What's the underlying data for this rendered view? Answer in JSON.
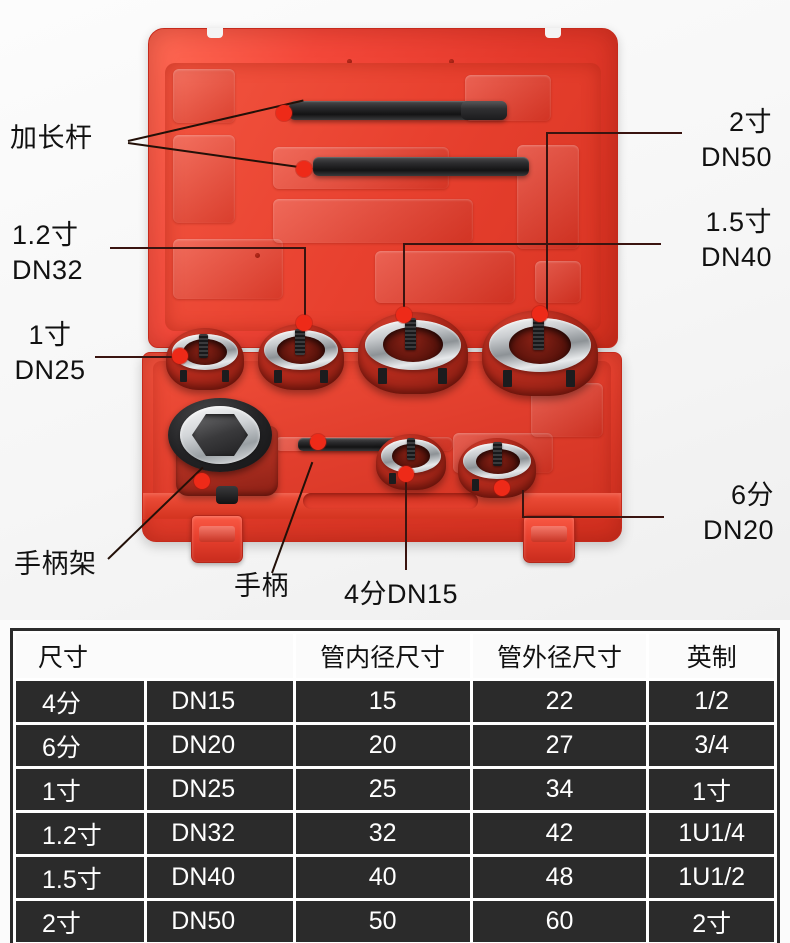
{
  "product": {
    "case_color": "#e8412f",
    "description_alt": "管子套丝器套装（红色工具箱）"
  },
  "annotations": [
    {
      "id": "ext-rod",
      "name": "extension-rod",
      "line1": "加长杆",
      "line2": ""
    },
    {
      "id": "dn50",
      "name": "die-dn50",
      "line1": "2寸",
      "line2": "DN50"
    },
    {
      "id": "dn32",
      "name": "die-dn32",
      "line1": "1.2寸",
      "line2": "DN32"
    },
    {
      "id": "dn40",
      "name": "die-dn40",
      "line1": "1.5寸",
      "line2": "DN40"
    },
    {
      "id": "dn25",
      "name": "die-dn25",
      "line1": "1寸",
      "line2": "DN25"
    },
    {
      "id": "dn20",
      "name": "die-dn20",
      "line1": "6分",
      "line2": "DN20"
    },
    {
      "id": "handle-frame",
      "name": "handle-frame",
      "line1": "手柄架",
      "line2": ""
    },
    {
      "id": "handle",
      "name": "handle",
      "line1": "手柄",
      "line2": ""
    },
    {
      "id": "dn15",
      "name": "die-dn15",
      "line1": "4分DN15",
      "line2": ""
    }
  ],
  "spec_table": {
    "headers": [
      "尺寸",
      "管内径尺寸",
      "管外径尺寸",
      "英制"
    ],
    "rows": [
      {
        "size": "4分",
        "dn": "DN15",
        "inner": "15",
        "outer": "22",
        "imperial": "1/2"
      },
      {
        "size": "6分",
        "dn": "DN20",
        "inner": "20",
        "outer": "27",
        "imperial": "3/4"
      },
      {
        "size": "1寸",
        "dn": "DN25",
        "inner": "25",
        "outer": "34",
        "imperial": "1寸"
      },
      {
        "size": "1.2寸",
        "dn": "DN32",
        "inner": "32",
        "outer": "42",
        "imperial": "1U1/4"
      },
      {
        "size": "1.5寸",
        "dn": "DN40",
        "inner": "40",
        "outer": "48",
        "imperial": "1U1/2"
      },
      {
        "size": "2寸",
        "dn": "DN50",
        "inner": "50",
        "outer": "60",
        "imperial": "2寸"
      }
    ]
  },
  "colors": {
    "table_header_bg": "#fbfbfb",
    "table_header_text": "#111111",
    "table_cell_bg": "#2b2b2b",
    "table_cell_text": "#ffffff",
    "table_border": "#2b2b2b",
    "marker_dot": "#ee2a18",
    "leader_line": "#3a1410",
    "background": "#fbfbfb"
  }
}
